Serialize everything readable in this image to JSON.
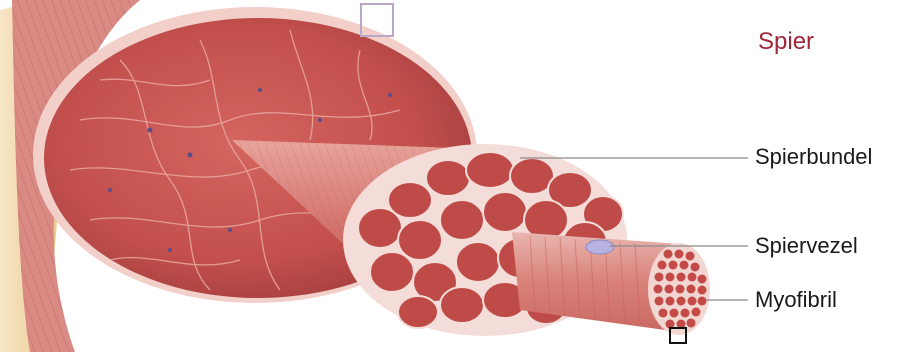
{
  "labels": {
    "muscle": "Spier",
    "bundle": "Spierbundel",
    "fiber": "Spiervezel",
    "myofibril": "Myofibril"
  },
  "colors": {
    "muscle_base": "#c9524f",
    "muscle_dark": "#a23a3a",
    "muscle_light": "#e49a92",
    "fascia": "#f3d7d2",
    "tendon": "#f2d9a8",
    "title_label": "#a0263a",
    "leader_line": "#8a8a8a"
  }
}
